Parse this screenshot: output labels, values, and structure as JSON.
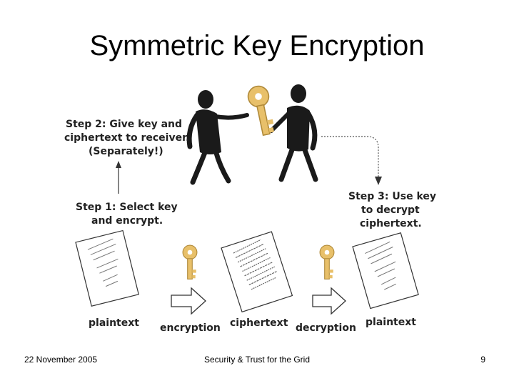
{
  "slide": {
    "title": "Symmetric Key Encryption",
    "footer_date": "22 November 2005",
    "footer_center": "Security & Trust for the Grid",
    "page_number": "9"
  },
  "figure": {
    "step2": [
      "Step 2: Give key and",
      "ciphertext to receiver.",
      "(Separately!)"
    ],
    "step1": [
      "Step 1: Select key",
      "and encrypt."
    ],
    "step3": [
      "Step 3: Use key",
      "to decrypt",
      "ciphertext."
    ],
    "labels": {
      "plaintext_left": "plaintext",
      "encryption": "encryption",
      "ciphertext": "ciphertext",
      "decryption": "decryption",
      "plaintext_right": "plaintext"
    },
    "colors": {
      "key": "#e8c06a",
      "figure": "#1a1a1a",
      "page": "#ffffff"
    }
  }
}
